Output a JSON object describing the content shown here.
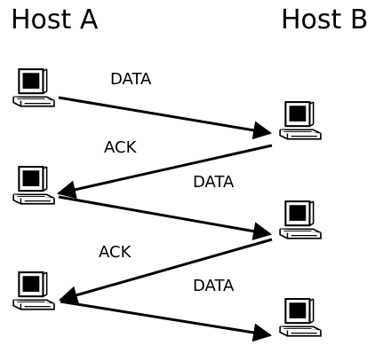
{
  "hosts": {
    "a": {
      "title": "Host A"
    },
    "b": {
      "title": "Host B"
    }
  },
  "messages": [
    {
      "label": "DATA",
      "direction": "A-to-B"
    },
    {
      "label": "ACK",
      "direction": "B-to-A"
    },
    {
      "label": "DATA",
      "direction": "A-to-B"
    },
    {
      "label": "ACK",
      "direction": "B-to-A"
    },
    {
      "label": "DATA",
      "direction": "A-to-B"
    }
  ],
  "icons": {
    "host": "computer-icon"
  },
  "colors": {
    "ink": "#000000",
    "screen": "#000000",
    "body": "#ffffff"
  }
}
